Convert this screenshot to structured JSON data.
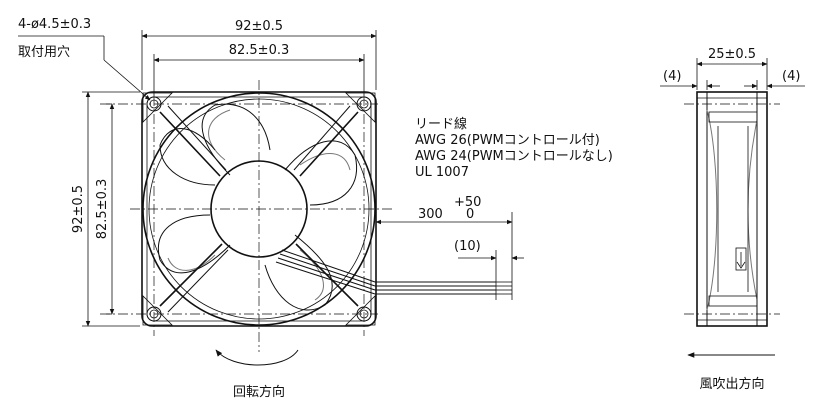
{
  "front_view": {
    "hole_spec": "4-ø4.5±0.3",
    "hole_caption": "取付用穴",
    "width_outer": "92±0.5",
    "width_pitch": "82.5±0.3",
    "height_outer": "92±0.5",
    "height_pitch": "82.5±0.3",
    "rotation_caption": "回転方向"
  },
  "lead_wire": {
    "title": "リード線",
    "spec_1": "AWG 26(PWMコントロール付)",
    "spec_2": "AWG 24(PWMコントロールなし)",
    "spec_3": "UL 1007",
    "length": "300",
    "tol_upper": "+50",
    "tol_lower": "0",
    "strip_length": "(10)"
  },
  "side_view": {
    "depth": "25±0.5",
    "flange_left": "(4)",
    "flange_right": "(4)",
    "airflow_caption": "風吹出方向"
  }
}
